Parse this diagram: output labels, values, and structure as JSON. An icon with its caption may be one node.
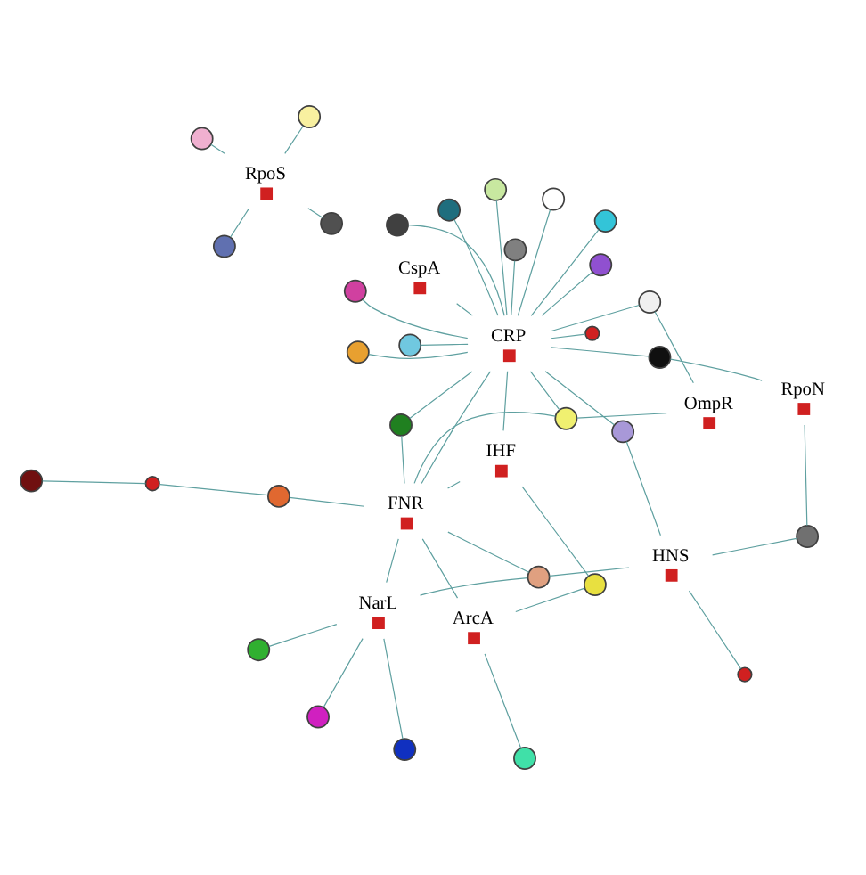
{
  "diagram": {
    "nodes": [
      {
        "text": [
          "CRP"
        ]
      },
      {
        "text": [
          "OmpR"
        ]
      },
      {
        "text": [
          "IHF"
        ]
      },
      {
        "text": [
          "CspA"
        ]
      },
      {
        "text": [
          "RpoN"
        ]
      },
      {
        "text": [
          "FNR"
        ]
      },
      {
        "text": [
          "HNS"
        ]
      },
      {
        "text": [
          "ArcA"
        ]
      },
      {
        "text": [
          "RpoS"
        ]
      },
      {
        "text": [
          "NarL"
        ]
      },
      {
        "text": [],
        "shape": "circle"
      },
      {
        "text": [],
        "shape": "circle"
      },
      {
        "text": [],
        "shape": "circle"
      },
      {
        "text": [],
        "shape": "circle"
      },
      {
        "text": [],
        "shape": "circle"
      },
      {
        "text": [],
        "shape": "circle"
      },
      {
        "text": [],
        "shape": "circle"
      },
      {
        "text": [],
        "shape": "circle"
      },
      {
        "text": [],
        "shape": "circle"
      },
      {
        "text": [],
        "shape": "circle"
      },
      {
        "text": [],
        "shape": "circle"
      },
      {
        "text": [],
        "shape": "circle"
      },
      {
        "text": [],
        "shape": "circle"
      },
      {
        "text": [],
        "shape": "circle"
      },
      {
        "text": [],
        "shape": "circle"
      },
      {
        "text": [],
        "shape": "circle"
      },
      {
        "text": [],
        "shape": "circle"
      },
      {
        "text": [],
        "shape": "circle"
      },
      {
        "text": [],
        "shape": "circle"
      },
      {
        "text": [],
        "shape": "circle"
      },
      {
        "text": [],
        "shape": "circle"
      },
      {
        "text": [],
        "shape": "circle"
      },
      {
        "text": [],
        "shape": "circle"
      },
      {
        "text": [],
        "shape": "circle"
      },
      {
        "text": [],
        "shape": "circle"
      },
      {
        "text": [],
        "shape": "circle"
      },
      {
        "text": [],
        "shape": "circle"
      },
      {
        "text": [],
        "shape": "circle"
      },
      {
        "text": [],
        "shape": "circle"
      },
      {
        "text": [],
        "shape": "circle"
      },
      {
        "text": [],
        "shape": "circle"
      }
    ],
    "edges": [
      {
        "from": 0,
        "to": 13,
        "arrow": "none"
      },
      {
        "from": 0,
        "to": 14,
        "arrow": "none"
      },
      {
        "from": 0,
        "to": 15,
        "arrow": "none"
      },
      {
        "from": 0,
        "to": 16,
        "arrow": "none"
      },
      {
        "from": 0,
        "to": 17,
        "arrow": "none"
      },
      {
        "from": 0,
        "to": 18,
        "arrow": "none"
      },
      {
        "from": 0,
        "to": 19,
        "arrow": "none"
      },
      {
        "from": 0,
        "to": 20,
        "arrow": "none"
      },
      {
        "from": 0,
        "to": 21,
        "arrow": "none"
      },
      {
        "from": 0,
        "to": 22,
        "arrow": "none"
      },
      {
        "from": 0,
        "to": 23,
        "arrow": "none"
      },
      {
        "from": 0,
        "to": 24,
        "arrow": "none"
      },
      {
        "from": 0,
        "to": 25,
        "arrow": "none"
      },
      {
        "from": 0,
        "to": 2,
        "arrow": "none"
      },
      {
        "from": 0,
        "to": 5,
        "arrow": "none"
      },
      {
        "from": 0,
        "to": 3,
        "arrow": "none"
      },
      {
        "from": 0,
        "to": 34,
        "arrow": "none"
      },
      {
        "from": 0,
        "to": 36,
        "arrow": "none"
      },
      {
        "from": 1,
        "to": 21,
        "arrow": "none"
      },
      {
        "from": 1,
        "to": 34,
        "arrow": "none"
      },
      {
        "from": 2,
        "to": 5,
        "arrow": "none"
      },
      {
        "from": 2,
        "to": 35,
        "arrow": "none"
      },
      {
        "from": 4,
        "to": 23,
        "arrow": "none"
      },
      {
        "from": 4,
        "to": 27,
        "arrow": "none"
      },
      {
        "from": 5,
        "to": 7,
        "arrow": "none"
      },
      {
        "from": 5,
        "to": 9,
        "arrow": "none"
      },
      {
        "from": 5,
        "to": 29,
        "arrow": "none"
      },
      {
        "from": 5,
        "to": 28,
        "arrow": "none"
      },
      {
        "from": 5,
        "to": 34,
        "arrow": "none"
      },
      {
        "from": 5,
        "to": 36,
        "arrow": "none"
      },
      {
        "from": 6,
        "to": 27,
        "arrow": "none"
      },
      {
        "from": 6,
        "to": 28,
        "arrow": "none"
      },
      {
        "from": 6,
        "to": 22,
        "arrow": "none"
      },
      {
        "from": 7,
        "to": 30,
        "arrow": "none"
      },
      {
        "from": 7,
        "to": 35,
        "arrow": "none"
      },
      {
        "from": 8,
        "to": 37,
        "arrow": "none"
      },
      {
        "from": 8,
        "to": 38,
        "arrow": "none"
      },
      {
        "from": 8,
        "to": 39,
        "arrow": "none"
      },
      {
        "from": 8,
        "to": 40,
        "arrow": "none"
      },
      {
        "from": 9,
        "to": 31,
        "arrow": "none"
      },
      {
        "from": 9,
        "to": 32,
        "arrow": "none"
      },
      {
        "from": 9,
        "to": 33,
        "arrow": "none"
      },
      {
        "from": 9,
        "to": 28,
        "arrow": "none"
      },
      {
        "from": 10,
        "to": 0,
        "arrow": "none"
      },
      {
        "from": 11,
        "to": 6,
        "arrow": "none"
      },
      {
        "from": 12,
        "to": 29,
        "arrow": "none"
      },
      {
        "from": 26,
        "to": 12,
        "arrow": "none"
      }
    ]
  }
}
